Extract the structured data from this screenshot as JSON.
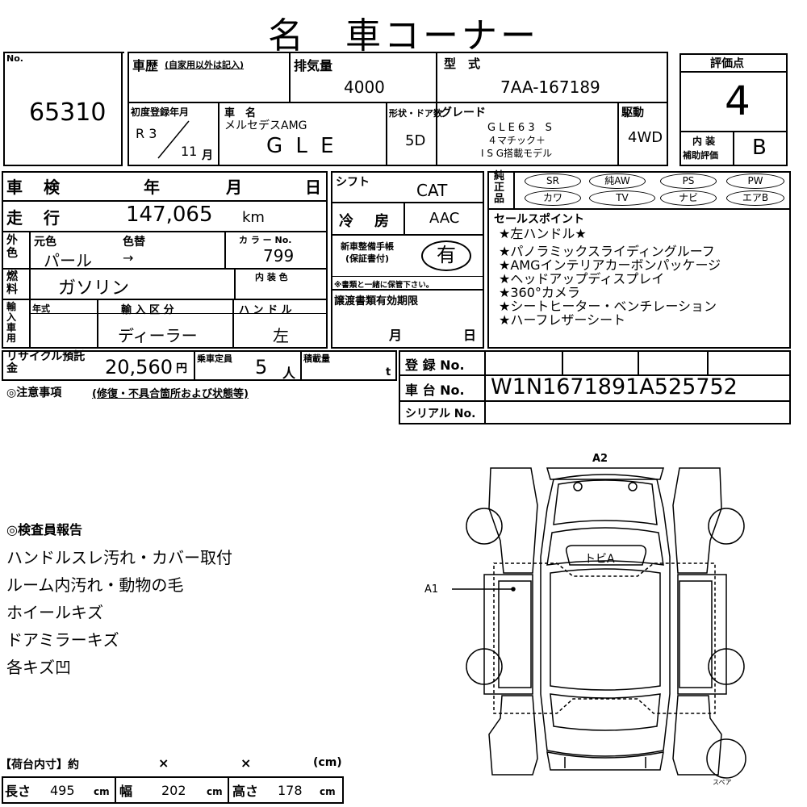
{
  "title": "名　車コーナー",
  "lot": {
    "label": "No.",
    "value": "65310"
  },
  "history": {
    "label": "車歴",
    "note": "(自家用以外は記入)"
  },
  "displacement": {
    "label": "排気量",
    "value": "4000"
  },
  "model": {
    "label": "型　式",
    "value": "7AA-167189"
  },
  "score": {
    "label": "評価点",
    "value": "4",
    "interior_label_1": "内 装",
    "interior_label_2": "補助評価",
    "interior_value": "B"
  },
  "first_reg": {
    "label": "初度登録年月",
    "era": "R 3",
    "month": "11",
    "month_unit": "月"
  },
  "car_name": {
    "label": "車　名",
    "maker": "メルセデスAMG",
    "name": "G L E"
  },
  "doors": {
    "label": "形状・ドア数",
    "value": "5D"
  },
  "grade": {
    "label": "グレード",
    "line1": "G L E 6 3　S",
    "line2": "４マチック＋",
    "line3": "I S G搭載モデル"
  },
  "drive": {
    "label": "駆動",
    "value": "4WD"
  },
  "inspection": {
    "label": "車　検",
    "year": "年",
    "month": "月",
    "day": "日"
  },
  "shift": {
    "label": "シフト",
    "value": "CAT"
  },
  "equipment": {
    "label": "純正品",
    "items": [
      "SR",
      "純AW",
      "PS",
      "PW",
      "カワ",
      "TV",
      "ナビ",
      "エアB"
    ]
  },
  "mileage": {
    "label": "走　行",
    "value": "147,065",
    "unit": "km"
  },
  "aircon": {
    "label": "冷　房",
    "value": "AAC"
  },
  "sales_points": {
    "label": "セールスポイント",
    "items": [
      "★左ハンドル★",
      "★パノラミックスライディングルーフ",
      "★AMGインテリアカーボンパッケージ",
      "★ヘッドアップディスプレイ",
      "★360°カメラ",
      "★シートヒーター・ベンチレーション",
      "★ハーフレザーシート"
    ]
  },
  "color": {
    "label": "外色",
    "orig_label": "元色",
    "change_label": "色替",
    "orig": "パール",
    "change": "→",
    "code_label": "カ ラ ー No.",
    "code": "799"
  },
  "manual": {
    "label": "新車整備手帳(保証書付)",
    "value": "有",
    "note": "※書類と一緒に保管下さい。"
  },
  "fuel": {
    "label": "燃料",
    "value": "ガソリン",
    "interior_color_label": "内 装 色"
  },
  "import": {
    "label": "輸入車用",
    "year_label": "年式",
    "type_label": "輸 入 区 分",
    "type": "ディーラー",
    "handle_label": "ハ ン ド ル",
    "handle": "左"
  },
  "transfer": {
    "label": "譲渡書類有効期限",
    "month": "月",
    "day": "日"
  },
  "recycle": {
    "label": "リサイクル預託金",
    "value": "20,560",
    "unit": "円"
  },
  "capacity": {
    "label": "乗車定員",
    "value": "5",
    "unit": "人"
  },
  "load": {
    "label": "積載量",
    "unit": "t"
  },
  "registration": {
    "label": "登 録 No.",
    "chassis_label": "車 台 No.",
    "chassis": "W1N1671891A525752",
    "serial_label": "シリアル No."
  },
  "notes_label": "◎注意事項",
  "notes_note": "(修復・不具合箇所および状態等)",
  "inspector": {
    "label": "◎検査員報告",
    "lines": [
      "ハンドルスレ汚れ・カバー取付",
      "ルーム内汚れ・動物の毛",
      "ホイールキズ",
      "ドアミラーキズ",
      "各キズ凹"
    ]
  },
  "cargo": {
    "label": "【荷台内寸】約",
    "x1": "×",
    "x2": "×",
    "unit": "(cm)",
    "length_label": "長さ",
    "length": "495",
    "width_label": "幅",
    "width": "202",
    "height_label": "高さ",
    "height": "178",
    "cm": "cm"
  },
  "diagram": {
    "a1": "A1",
    "a2": "A2",
    "roof_note": "トビA",
    "spare": "スペア"
  }
}
